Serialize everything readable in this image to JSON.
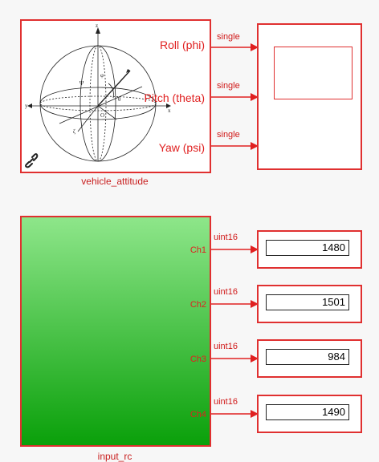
{
  "vehicle_attitude": {
    "label": "vehicle_attitude",
    "ports": [
      "Roll (phi)",
      "Pitch (theta)",
      "Yaw (psi)"
    ],
    "signal_type": "single"
  },
  "input_rc": {
    "label": "input_rc",
    "ports": [
      "Ch1",
      "Ch2",
      "Ch3",
      "Ch4"
    ],
    "signal_type": "uint16"
  },
  "displays": [
    "1480",
    "1501",
    "984",
    "1490"
  ],
  "colors": {
    "block_border": "#e03030",
    "signal": "#e02020",
    "green_top": "#8ee68a",
    "green_bottom": "#0aa00a"
  },
  "icons": [
    "link-icon",
    "sphere-coordinate-icon",
    "scope-screen-icon"
  ]
}
